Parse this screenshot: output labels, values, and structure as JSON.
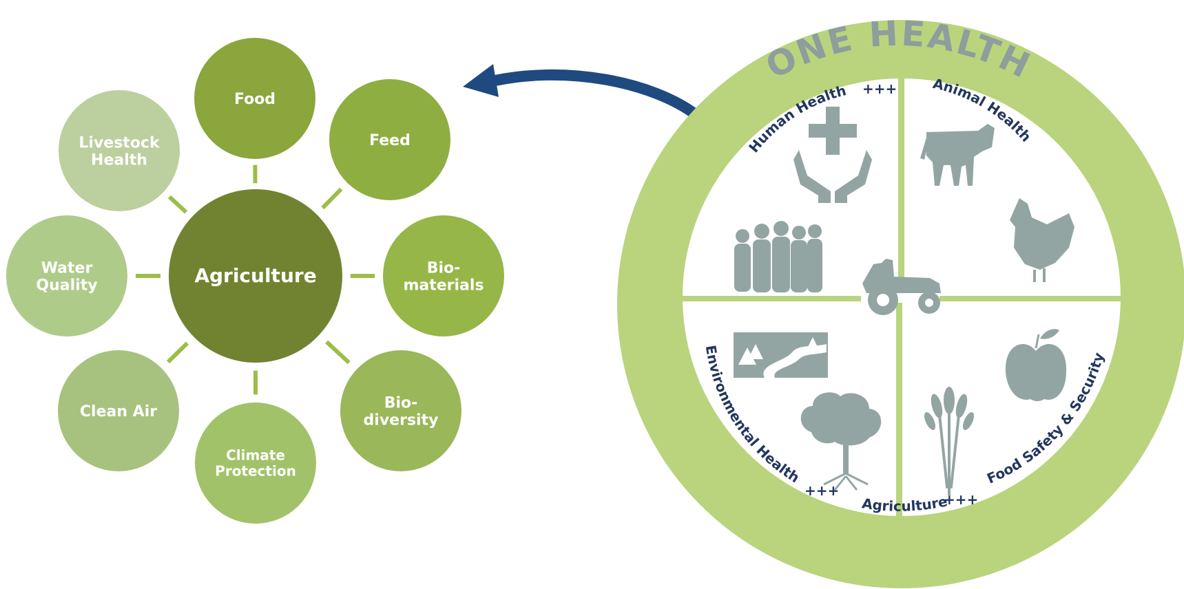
{
  "agri_diagram": {
    "center": {
      "label": "Agriculture",
      "color": "#718330"
    },
    "nodes": [
      {
        "id": "food",
        "lines": [
          "Food"
        ],
        "color": "#8aa63c"
      },
      {
        "id": "feed",
        "lines": [
          "Feed"
        ],
        "color": "#8fae42"
      },
      {
        "id": "biomaterials",
        "lines": [
          "Bio-",
          "materials"
        ],
        "color": "#96b648"
      },
      {
        "id": "biodiversity",
        "lines": [
          "Bio-",
          "diversity"
        ],
        "color": "#9ab75a"
      },
      {
        "id": "climate-protection",
        "lines": [
          "Climate",
          "Protection"
        ],
        "color": "#a2c26a"
      },
      {
        "id": "clean-air",
        "lines": [
          "Clean Air"
        ],
        "color": "#a7c27e"
      },
      {
        "id": "water-quality",
        "lines": [
          "Water",
          "Quality"
        ],
        "color": "#afcb8a"
      },
      {
        "id": "livestock-health",
        "lines": [
          "Livestock",
          "Health"
        ],
        "color": "#bccf9e"
      }
    ],
    "connector_color": "#9cbd4a"
  },
  "arrow": {
    "color": "#1f4a80"
  },
  "one_health": {
    "title": "ONE HEALTH",
    "ring_color": "#b9d47d",
    "divider_color": "#b9d47d",
    "labels": {
      "human_health": "Human Health",
      "animal_health": "Animal Health",
      "environmental_health": "Environmental Health",
      "agriculture": "Agriculture",
      "food_safety": "Food Safety & Security",
      "plus_top": "+++",
      "plus_left": "+++",
      "plus_right": "+++"
    },
    "icons": [
      "hands-cross-icon",
      "people-group-icon",
      "cow-icon",
      "chicken-icon",
      "tractor-icon",
      "landscape-icon",
      "tree-icon",
      "wheat-icon",
      "apple-icon"
    ]
  }
}
